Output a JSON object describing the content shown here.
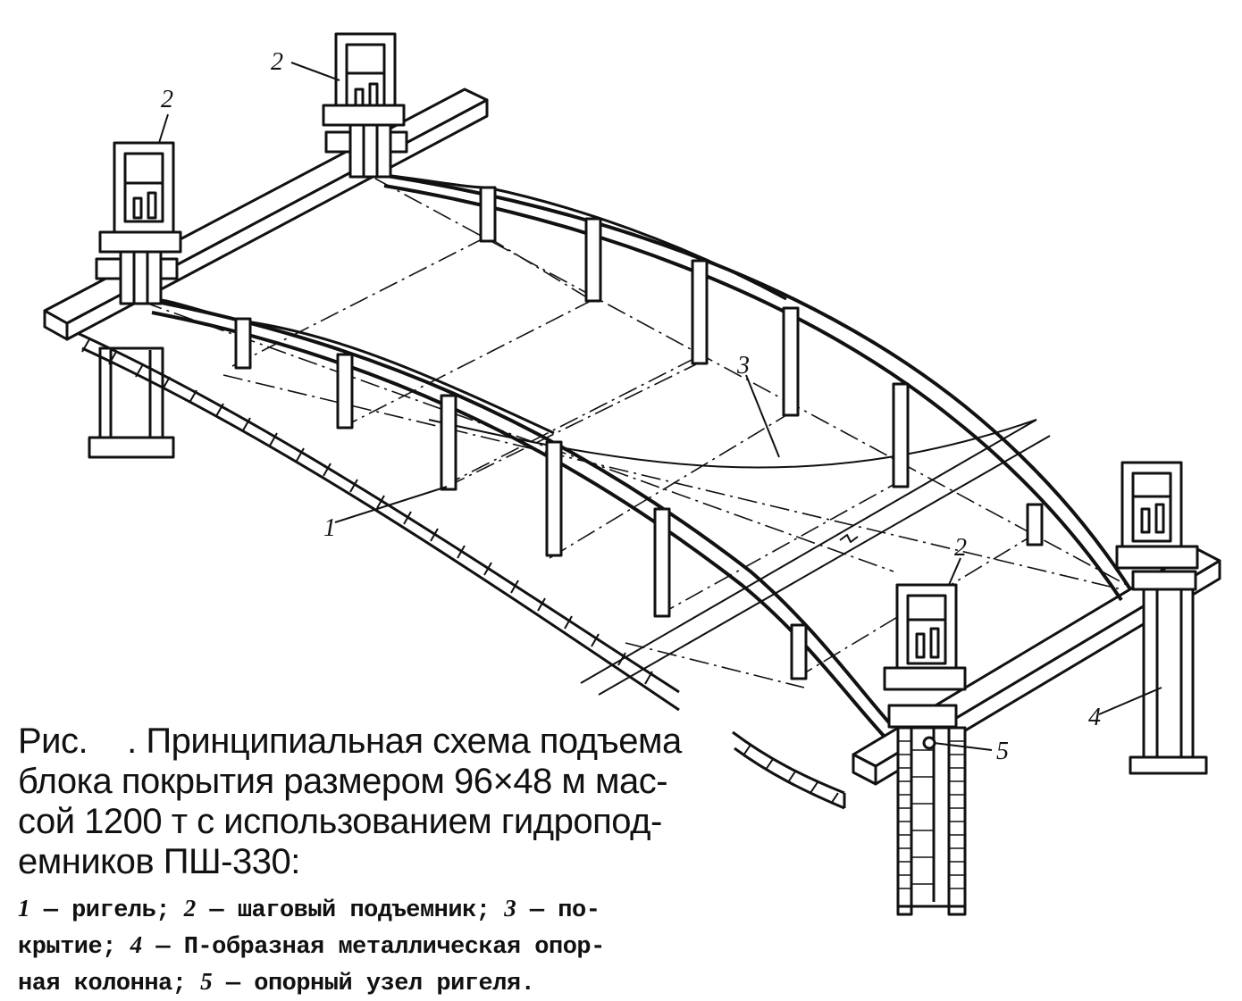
{
  "figure": {
    "callouts": {
      "beam": "1",
      "lift_left_front": "2",
      "lift_left_rear": "2",
      "lift_right_front": "2",
      "roof": "3",
      "column": "4",
      "support_node": "5"
    }
  },
  "caption": {
    "label": "Рис.",
    "line1": ". Принципиальная схема подъема",
    "line2": "блока покрытия размером 96×48 м мас-",
    "line3": "сой 1200 т с использованием гидропод‑",
    "line4": "емников ПШ-330:"
  },
  "legend": {
    "item1_num": "1",
    "item1_text": " — ригель; ",
    "item2_num": "2",
    "item2_text": " — шаговый  подъемник;  ",
    "item3_num": "3",
    "item3_text_a": " — по-",
    "item3_text_b": "крытие; ",
    "item4_num": "4",
    "item4_text_a": " — П-образная  металлическая  опор-",
    "item4_text_b": "ная колонна; ",
    "item5_num": "5",
    "item5_text": " — опорный узел ригеля."
  }
}
